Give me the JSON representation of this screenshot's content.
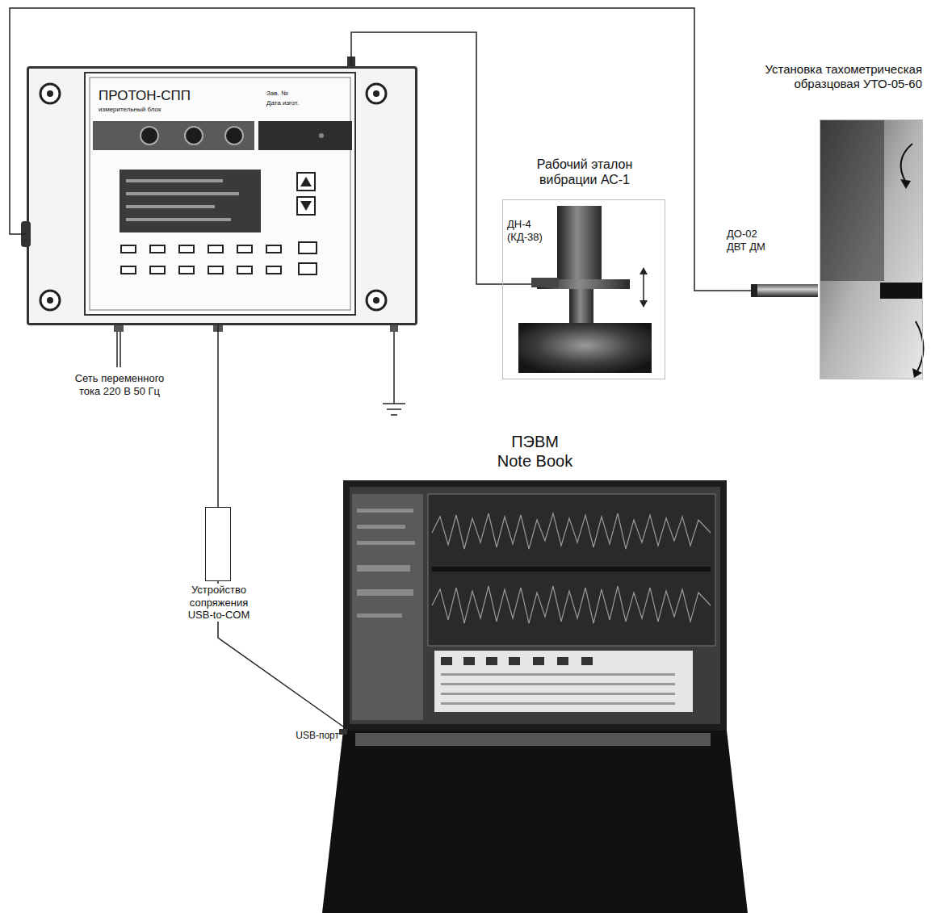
{
  "diagram": {
    "nodes": [
      {
        "text": [
          "ПРОТОН-СПП",
          "измерительный блок",
          "Зав. №",
          "Дата изгот."
        ]
      },
      {
        "text": [
          "Рабочий эталон вибрации АС-1",
          "ДН-4 (КД-38)"
        ]
      },
      {
        "text": [
          "Установка тахометрическая образцовая УТО-05-60"
        ]
      },
      {
        "text": [
          "ДО-02 ДВТ ДМ"
        ]
      },
      {
        "text": [
          "Устройство сопряжения USB-to-COM"
        ]
      },
      {
        "text": [
          "ПЭВМ Note Book"
        ]
      }
    ],
    "edges": [
      {
        "from": 0,
        "to": 1,
        "arrow": "none"
      },
      {
        "from": 0,
        "to": 3,
        "arrow": "none"
      },
      {
        "from": 0,
        "to": 4,
        "arrow": "none"
      },
      {
        "from": 4,
        "to": 5,
        "arrow": "none"
      }
    ],
    "labels": [
      "Сеть переменного тока 220 В 50 Гц",
      "USB-порт"
    ]
  }
}
